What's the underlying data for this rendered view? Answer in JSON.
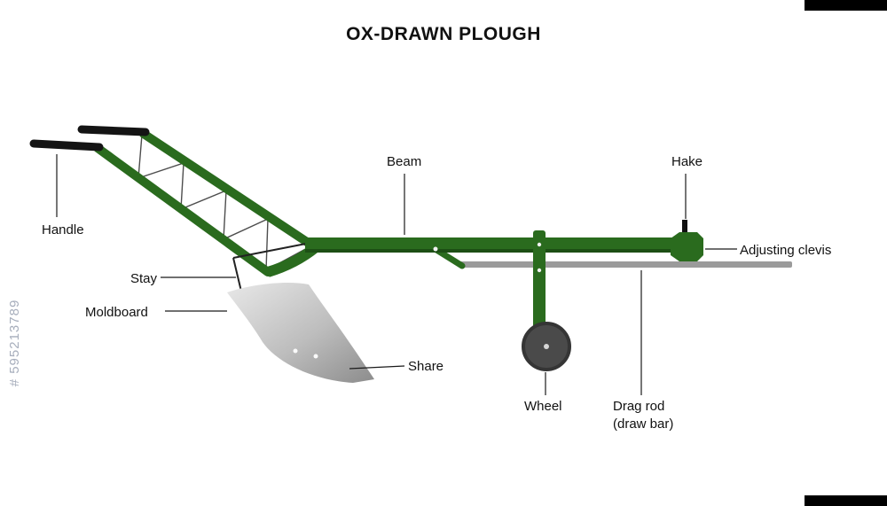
{
  "title": "OX-DRAWN PLOUGH",
  "watermark": "# 595213789",
  "labels": {
    "handle": "Handle",
    "stay": "Stay",
    "moldboard": "Moldboard",
    "share": "Share",
    "beam": "Beam",
    "hake": "Hake",
    "adjusting_clevis": "Adjusting clevis",
    "wheel": "Wheel",
    "drag_rod_line1": "Drag rod",
    "drag_rod_line2": "(draw bar)"
  },
  "colors": {
    "green": "#2a6b1e",
    "green_dark": "#1d4f15",
    "gray_rod": "#9b9b9b",
    "wheel_fill": "#4a4a4a",
    "wheel_rim": "#353535",
    "handle_black": "#141414",
    "watermark": "#a7aebc"
  }
}
